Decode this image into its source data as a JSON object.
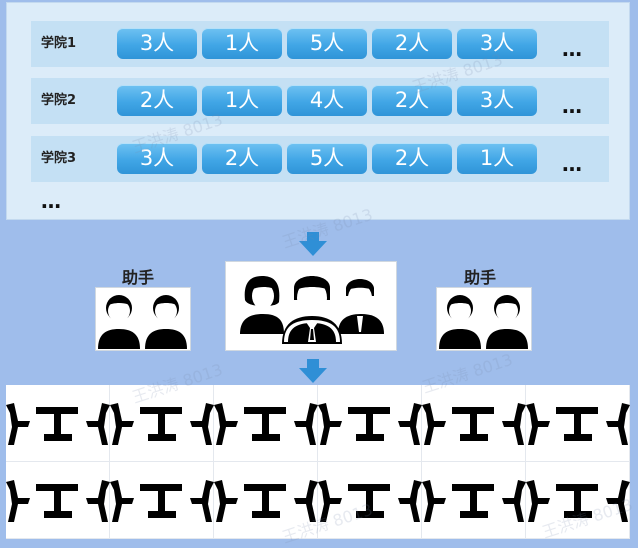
{
  "schools": [
    {
      "label": "学院1",
      "counts": [
        "3人",
        "1人",
        "5人",
        "2人",
        "3人"
      ],
      "more": "…"
    },
    {
      "label": "学院2",
      "counts": [
        "2人",
        "1人",
        "4人",
        "2人",
        "3人"
      ],
      "more": "…"
    },
    {
      "label": "学院3",
      "counts": [
        "3人",
        "2人",
        "5人",
        "2人",
        "1人"
      ],
      "more": "…"
    }
  ],
  "more_rows": "…",
  "assistants": {
    "left_label": "助手",
    "right_label": "助手"
  },
  "watermark": "王洪涛 8013",
  "colors": {
    "background": "#9fbdeb",
    "pill": "#41a6e6",
    "arrow": "#2f8fd6"
  }
}
